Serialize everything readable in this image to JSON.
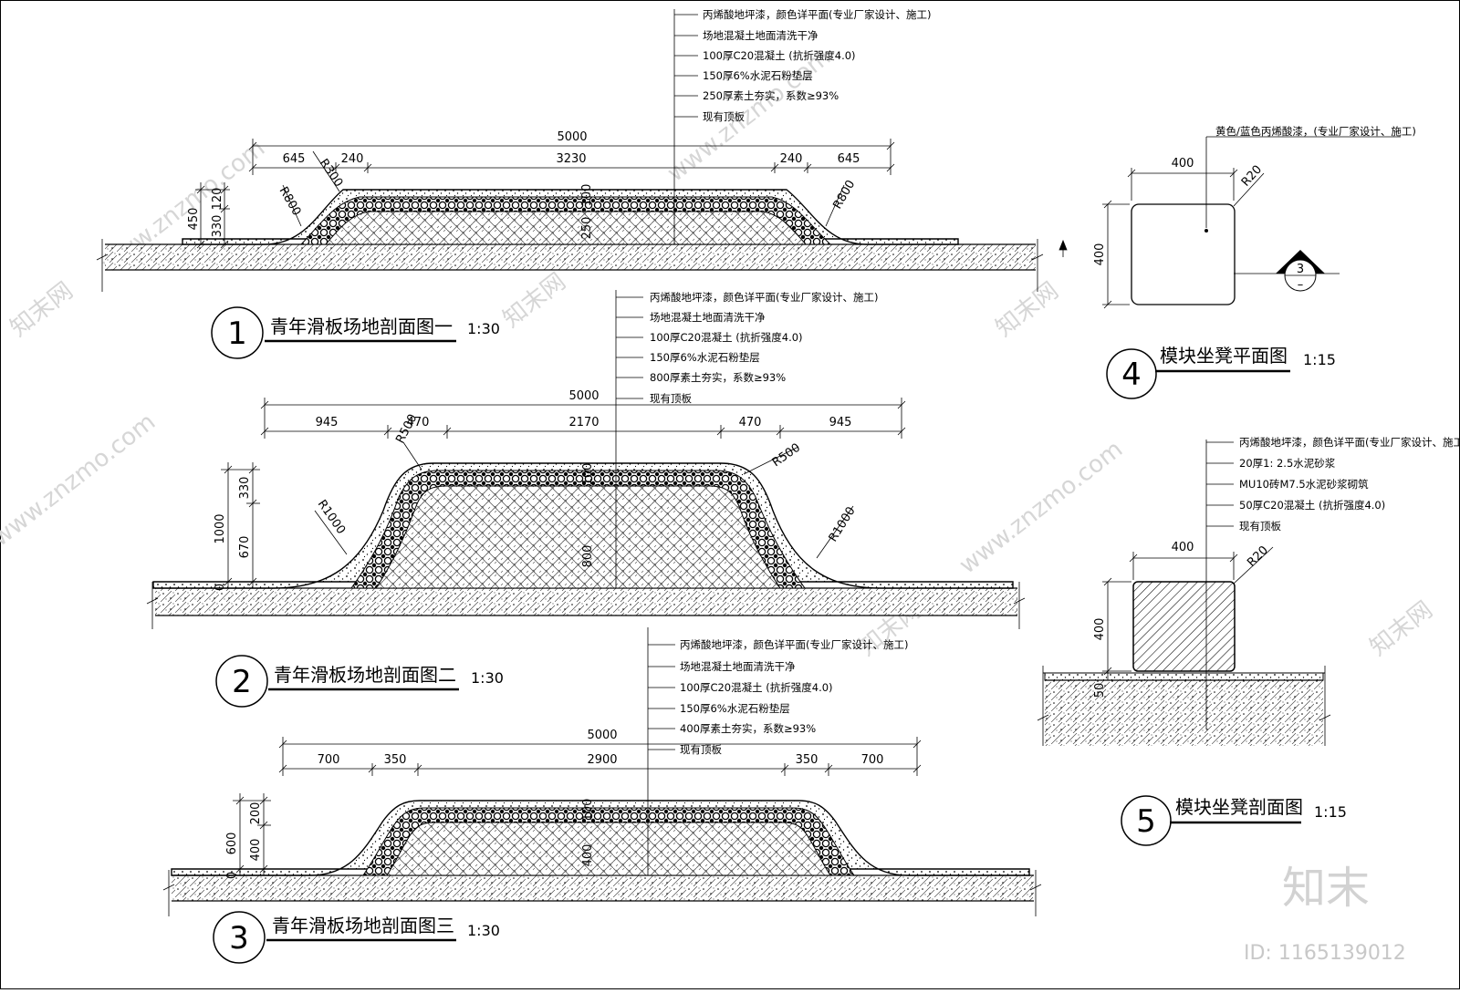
{
  "section1": {
    "callouts": [
      "丙烯酸地坪漆，颜色详平面(专业厂家设计、施工)",
      "场地混凝土地面清洗干净",
      "100厚C20混凝土 (抗折强度4.0)",
      "150厚6%水泥石粉垫层",
      "250厚素土夯实，系数≥93%",
      "现有顶板"
    ],
    "dim_total": "5000",
    "dims": [
      "645",
      "240",
      "3230",
      "240",
      "645"
    ],
    "radii": [
      "R300",
      "R800",
      "R800"
    ],
    "height_total": "450",
    "heights": [
      "120",
      "330"
    ],
    "layer_dims": [
      "100",
      "250"
    ],
    "number": "1",
    "title": "青年滑板场地剖面图一",
    "scale": "1:30"
  },
  "section2": {
    "callouts": [
      "丙烯酸地坪漆，颜色详平面(专业厂家设计、施工)",
      "场地混凝土地面清洗干净",
      "100厚C20混凝土 (抗折强度4.0)",
      "150厚6%水泥石粉垫层",
      "800厚素土夯实，系数≥93%",
      "现有顶板"
    ],
    "dim_total": "5000",
    "dims": [
      "945",
      "470",
      "2170",
      "470",
      "945"
    ],
    "radii": [
      "R500",
      "R500",
      "R1000",
      "R1000"
    ],
    "height_total": "1000",
    "heights": [
      "330",
      "670"
    ],
    "layer_dims": [
      "100",
      "800"
    ],
    "zero": "0",
    "number": "2",
    "title": "青年滑板场地剖面图二",
    "scale": "1:30"
  },
  "section3": {
    "callouts": [
      "丙烯酸地坪漆，颜色详平面(专业厂家设计、施工)",
      "场地混凝土地面清洗干净",
      "100厚C20混凝土 (抗折强度4.0)",
      "150厚6%水泥石粉垫层",
      "400厚素土夯实，系数≥93%",
      "现有顶板"
    ],
    "dim_total": "5000",
    "dims": [
      "700",
      "350",
      "2900",
      "350",
      "700"
    ],
    "height_total": "600",
    "heights": [
      "200",
      "400"
    ],
    "layer_dims": [
      "100",
      "400"
    ],
    "zero": "0",
    "number": "3",
    "title": "青年滑板场地剖面图三",
    "scale": "1:30"
  },
  "plan4": {
    "callout": "黄色/蓝色丙烯酸漆，(专业厂家设计、施工)",
    "width": "400",
    "height": "400",
    "radius": "R20",
    "section_mark_top": "3",
    "section_mark_bottom": "–",
    "number": "4",
    "title": "模块坐凳平面图",
    "scale": "1:15"
  },
  "section5": {
    "callouts": [
      "丙烯酸地坪漆，颜色详平面(专业厂家设计、施工)",
      "20厚1: 2.5水泥砂浆",
      "MU10砖M7.5水泥砂浆砌筑",
      "50厚C20混凝土 (抗折强度4.0)",
      "现有顶板"
    ],
    "width": "400",
    "height": "400",
    "base": "50",
    "radius": "R20",
    "number": "5",
    "title": "模块坐凳剖面图",
    "scale": "1:15"
  },
  "watermark": {
    "site": "www.znzmo.com",
    "brand_cn": "知末网",
    "logo": "知末",
    "id_text": "ID: 1165139012"
  }
}
